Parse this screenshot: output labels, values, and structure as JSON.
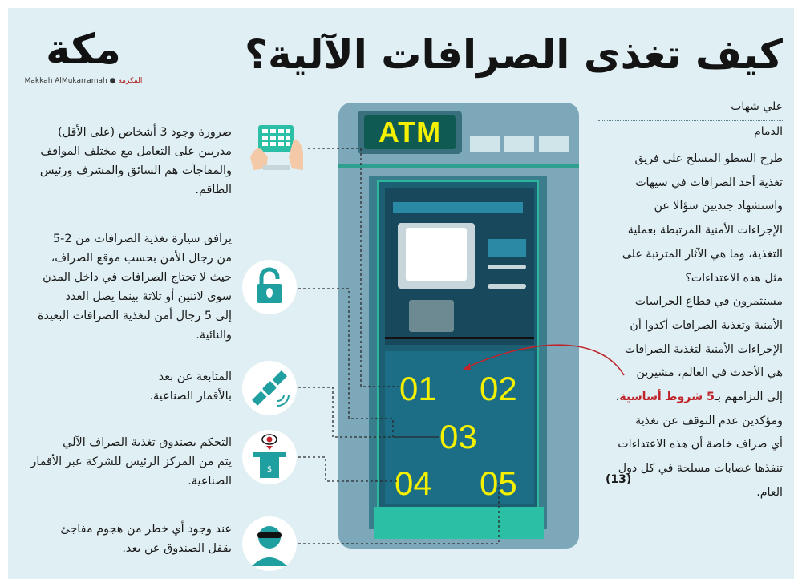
{
  "header": {
    "title": "كيف تغذى الصرافات الآلية؟",
    "logo_mark": "مكة",
    "logo_sub_en": "Makkah AlMukarramah",
    "logo_sub_ar": "المكرمة"
  },
  "article": {
    "author": "علي شهاب",
    "city": "الدمام",
    "body_before": "طرح السطو المسلح على فريق\nتغذية أحد الصرافات في سيهات\nواستشهاد جنديين سؤالا عن\nالإجراءات الأمنية المرتبطة بعملية\nالتغذية، وما هي الآثار المترتبة على\nمثل هذه الاعتداءات؟\nمستثمرون في قطاع الحراسات\nالأمنية وتغذية الصرافات أكدوا أن\nالإجراءات الأمنية لتغذية الصرافات\nهي الأحدث في العالم، مشيرين\nإلى التزامهم بـ",
    "highlight": "5 شروط أساسية",
    "body_after": "،\nومؤكدين عدم التوقف عن تغذية\nأي صراف خاصة أن هذه الاعتداءات\nتنفذها عصابات مسلحة في كل دول\nالعام.",
    "issue_number": "(13)"
  },
  "steps": [
    {
      "number": "01",
      "text": "ضرورة وجود 3 أشخاص (على الأقل)\nمدربين على التعامل مع مختلف المواقف\nوالمفاجآت هم السائق والمشرف ورئيس\nالطاقم.",
      "icon": "hands-keyboard-icon"
    },
    {
      "number": "02",
      "text": "يرافق سيارة تغذية الصرافات من 2-5\nمن رجال الأمن بحسب موقع الصراف،\nحيث لا تحتاج الصرافات في داخل المدن\nسوى لاثنين أو ثلاثة بينما يصل العدد\nإلى 5 رجال أمن لتغذية الصرافات البعيدة\nوالنائية.",
      "icon": "unlocked-padlock-icon"
    },
    {
      "number": "03",
      "text": "المتابعة عن بعد\nبالأقمار الصناعية.",
      "icon": "satellite-icon"
    },
    {
      "number": "04",
      "text": "التحكم بصندوق تغذية الصراف الآلي\nيتم من المركز الرئيس للشركة عبر الأقمار\nالصناعية.",
      "icon": "cash-dispenser-icon"
    },
    {
      "number": "05",
      "text": "عند وجود أي خطر من هجوم مفاجئ\nيقفل الصندوق عن بعد.",
      "icon": "masked-robber-icon"
    }
  ],
  "atm": {
    "label": "ATM"
  },
  "colors": {
    "background": "#dfeff3",
    "atm_body": "#7ca8b9",
    "atm_screen": "#1c5f73",
    "accent_yellow": "#f4f000",
    "accent_teal": "#2bbfa6",
    "highlight_red": "#c0242b"
  }
}
